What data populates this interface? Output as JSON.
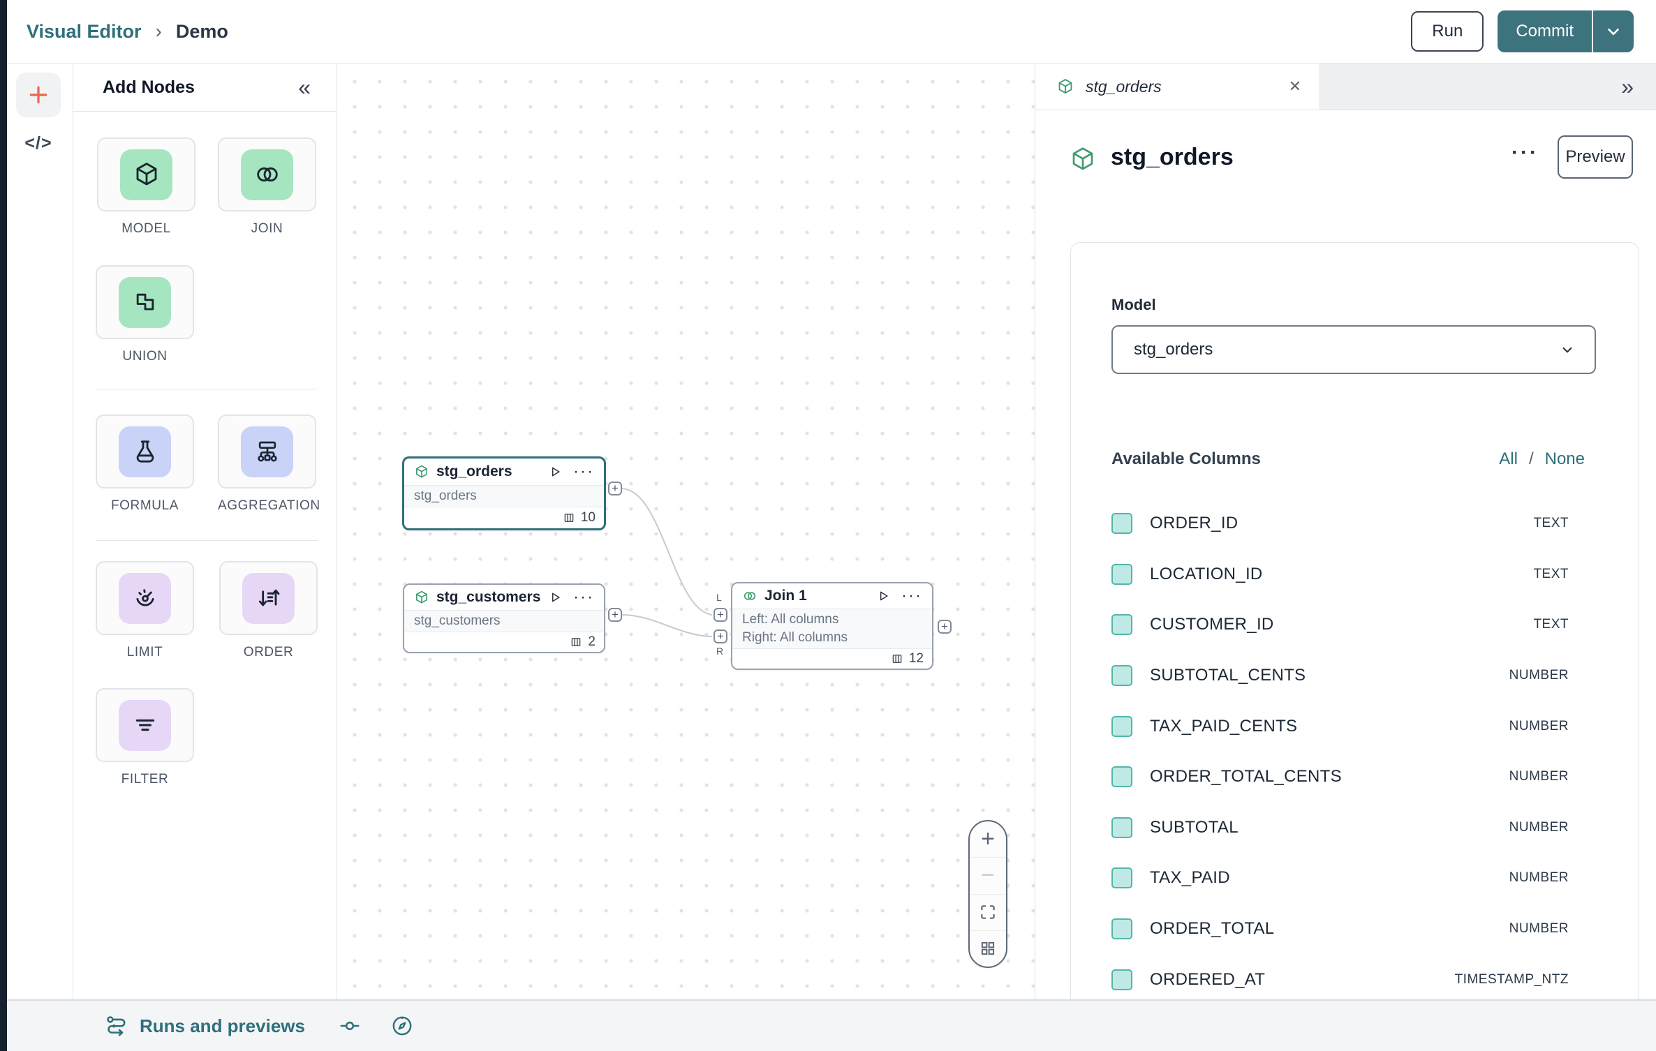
{
  "header": {
    "breadcrumb": {
      "root": "Visual Editor",
      "separator": "›",
      "current": "Demo"
    },
    "run_label": "Run",
    "commit_label": "Commit"
  },
  "icons": {
    "collapse": "«",
    "expand": "»",
    "ellipsis": "···",
    "close": "✕",
    "plus": "+",
    "minus": "−",
    "code": "</>"
  },
  "palette": {
    "title": "Add Nodes",
    "items": [
      {
        "label": "MODEL"
      },
      {
        "label": "JOIN"
      },
      {
        "label": "UNION"
      },
      {
        "label": "FORMULA"
      },
      {
        "label": "AGGREGATION"
      },
      {
        "label": "LIMIT"
      },
      {
        "label": "ORDER"
      },
      {
        "label": "FILTER"
      }
    ]
  },
  "canvas": {
    "nodes": [
      {
        "title": "stg_orders",
        "body": "stg_orders",
        "column_count": "10"
      },
      {
        "title": "stg_customers",
        "body": "stg_customers",
        "column_count": "2"
      },
      {
        "title": "Join 1",
        "body_line1": "Left: All columns",
        "body_line2": "Right: All columns",
        "column_count": "12",
        "left_port_label": "L",
        "right_port_label": "R"
      }
    ]
  },
  "panel": {
    "tab": {
      "label": "stg_orders"
    },
    "title": "stg_orders",
    "preview_label": "Preview",
    "model_label": "Model",
    "model_value": "stg_orders",
    "columns_header": "Available Columns",
    "select_all_label": "All",
    "select_separator": "/",
    "select_none_label": "None",
    "columns": [
      {
        "name": "ORDER_ID",
        "type": "TEXT"
      },
      {
        "name": "LOCATION_ID",
        "type": "TEXT"
      },
      {
        "name": "CUSTOMER_ID",
        "type": "TEXT"
      },
      {
        "name": "SUBTOTAL_CENTS",
        "type": "NUMBER"
      },
      {
        "name": "TAX_PAID_CENTS",
        "type": "NUMBER"
      },
      {
        "name": "ORDER_TOTAL_CENTS",
        "type": "NUMBER"
      },
      {
        "name": "SUBTOTAL",
        "type": "NUMBER"
      },
      {
        "name": "TAX_PAID",
        "type": "NUMBER"
      },
      {
        "name": "ORDER_TOTAL",
        "type": "NUMBER"
      },
      {
        "name": "ORDERED_AT",
        "type": "TIMESTAMP_NTZ"
      }
    ]
  },
  "bottom_bar": {
    "runs_label": "Runs and previews"
  },
  "colors": {
    "accent_teal": "#2e6f7a",
    "commit_button": "#3d737c",
    "node_icon_green": "#3f9c6f",
    "palette_green": "#a5e6c1",
    "palette_indigo": "#c9d3f7",
    "palette_purple": "#e7d7f7",
    "checkbox_fill": "#bfe9e4",
    "checkbox_border": "#53b6ab",
    "rail_plus_orange": "#e8674a"
  }
}
